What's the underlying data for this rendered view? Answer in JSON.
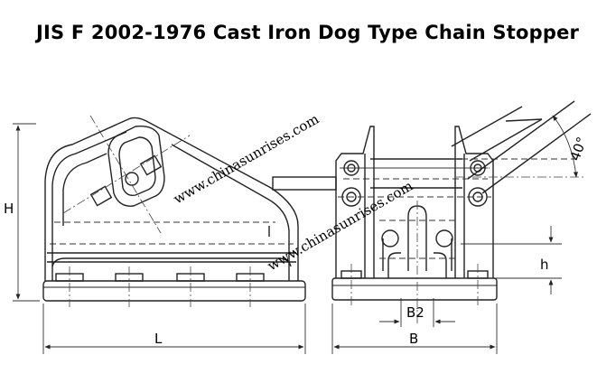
{
  "title": "JIS F 2002-1976 Cast Iron Dog Type Chain Stopper",
  "dimensions": {
    "H": "H",
    "L": "L",
    "B": "B",
    "B2": "B2",
    "h": "h",
    "angle": "40°"
  },
  "watermarks": [
    "www.chinasunrises.com",
    "www.chinasunrises.com"
  ]
}
